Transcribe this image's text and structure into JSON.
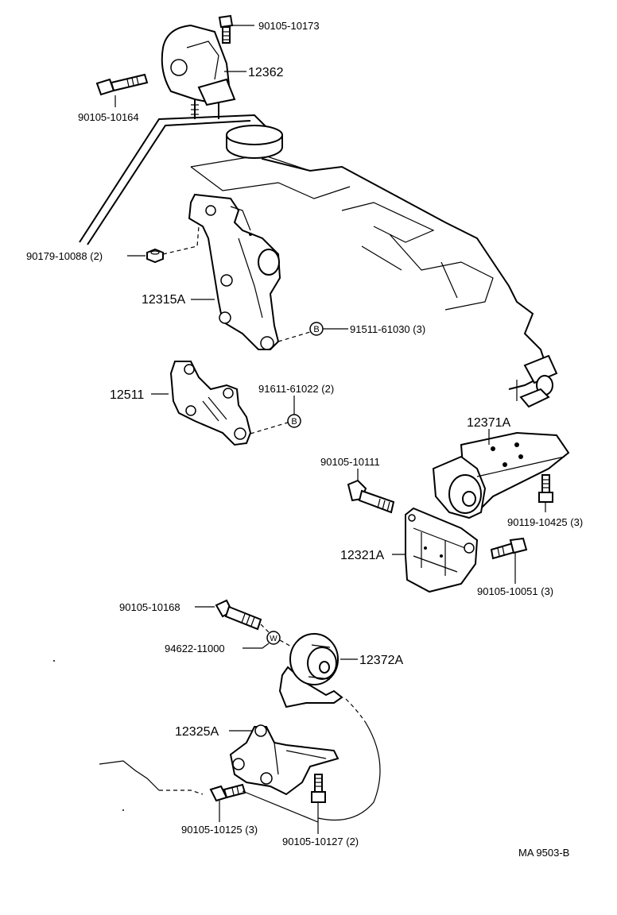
{
  "labels": {
    "p90105_10173": "90105-10173",
    "p12362": "12362",
    "p90105_10164": "90105-10164",
    "p90179_10088": "90179-10088 (2)",
    "p12315A": "12315A",
    "p91511_61030": "91511-61030 (3)",
    "p12511": "12511",
    "p91611_61022": "91611-61022 (2)",
    "p12371A": "12371A",
    "p90105_10111": "90105-10111",
    "p90119_10425": "90119-10425 (3)",
    "p12321A": "12321A",
    "p90105_10051": "90105-10051 (3)",
    "p90105_10168": "90105-10168",
    "p94622_11000": "94622-11000",
    "p12372A": "12372A",
    "p12325A": "12325A",
    "p90105_10125": "90105-10125 (3)",
    "p90105_10127": "90105-10127 (2)",
    "footer": "MA  9503-B"
  },
  "symbols": {
    "bolt_b": "B",
    "washer_w": "W"
  }
}
